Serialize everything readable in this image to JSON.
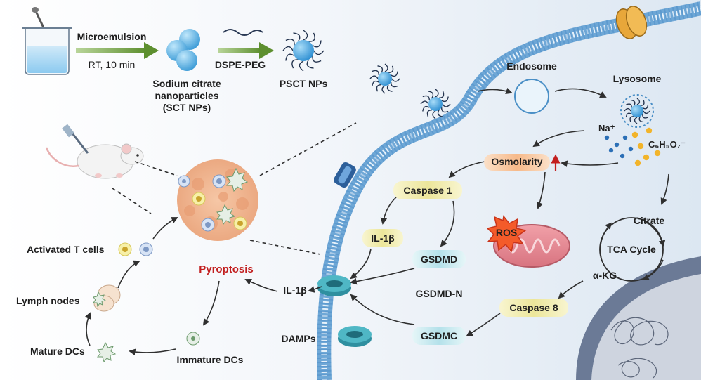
{
  "synthesis": {
    "step1_top": "Microemulsion",
    "step1_bottom": "RT, 10 min",
    "sct_line1": "Sodium citrate",
    "sct_line2": "nanoparticles",
    "sct_line3": "(SCT NPs)",
    "step2_top": "DSPE-PEG",
    "pscts": "PSCT NPs"
  },
  "cell": {
    "endosome": "Endosome",
    "lysosome": "Lysosome",
    "sodium": "Na⁺",
    "citrate_ion": "C₆H₅O₇⁻",
    "osmolarity": "Osmolarity",
    "caspase1": "Caspase 1",
    "il1b_inner": "IL-1β",
    "gsdmd": "GSDMD",
    "gsdmd_n": "GSDMD-N",
    "gsdmc": "GSDMC",
    "ros": "ROS",
    "citrate": "Citrate",
    "tca": "TCA Cycle",
    "akg": "α-KG",
    "caspase8": "Caspase 8"
  },
  "outside": {
    "il1b": "IL-1β",
    "damps": "DAMPs",
    "pyroptosis": "Pyroptosis",
    "immature_dcs": "Immature DCs",
    "mature_dcs": "Mature DCs",
    "lymph_nodes": "Lymph nodes",
    "activated_t": "Activated T cells"
  },
  "colors": {
    "arrow_green": "#6a9a3a",
    "nanoparticle_blue": "#3a9ad6",
    "membrane_blue": "#7fb4dc",
    "pill_orange": "#f6c39a",
    "pill_yellow": "#f2eda4",
    "pill_cyan": "#bfe6ec",
    "pyroptosis_red": "#c21f1f",
    "sodium_blue": "#2b6fb6",
    "citrate_yellow": "#f2b42a"
  }
}
